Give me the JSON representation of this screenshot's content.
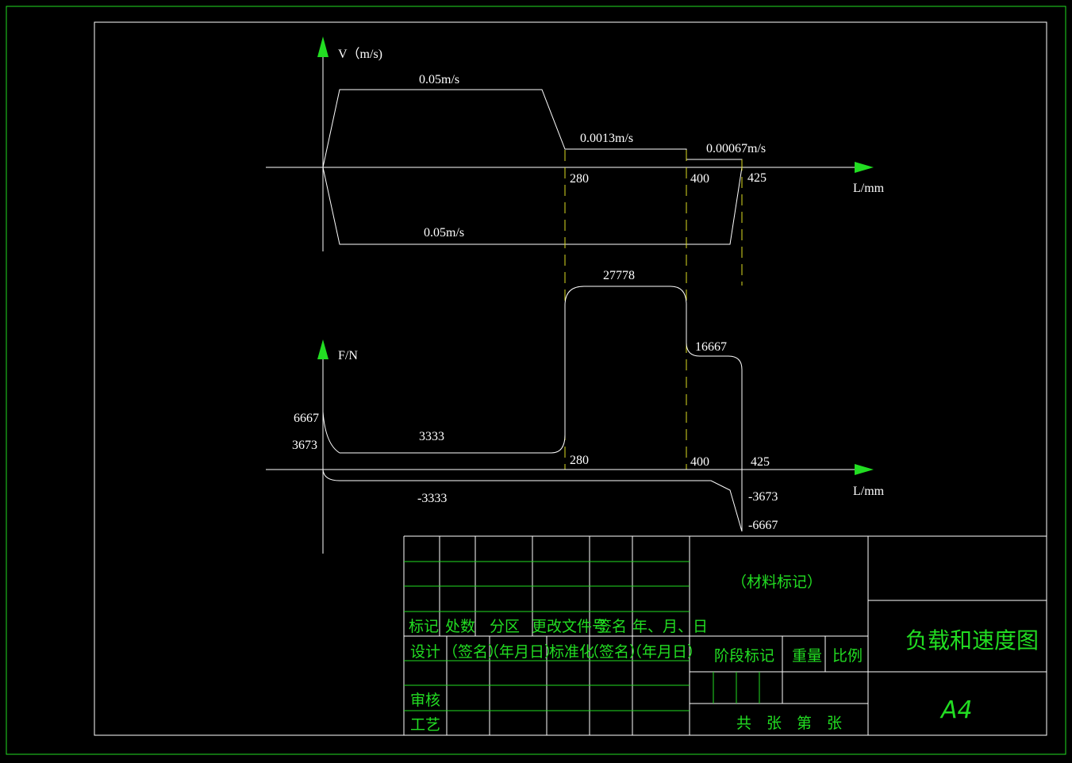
{
  "colors": {
    "background": "#000000",
    "line": "#ffffff",
    "green": "#22dd22",
    "yellow": "#dddd22"
  },
  "velocity_chart": {
    "y_label": "V（m/s)",
    "x_label": "L/mm",
    "labels": {
      "fast_forward": "0.05m/s",
      "work_feed_1": "0.0013m/s",
      "work_feed_2": "0.00067m/s",
      "fast_return": "0.05m/s",
      "x280": "280",
      "x400": "400",
      "x425": "425"
    }
  },
  "force_chart": {
    "y_label": "F/N",
    "x_label": "L/mm",
    "labels": {
      "peak_work1": "27778",
      "peak_work2": "16667",
      "start_peak": "6667",
      "start_level": "3673",
      "fast_forward": "3333",
      "fast_return": "-3333",
      "return_level": "-3673",
      "return_peak": "-6667",
      "x280": "280",
      "x400": "400",
      "x425": "425"
    }
  },
  "title_block": {
    "material": "（材料标记）",
    "drawing_title": "负载和速度图",
    "size": "A4",
    "row_headers": [
      "标记",
      "处数",
      "分区",
      "更改文件号",
      "签名",
      "年、月、日"
    ],
    "design_label": "设计",
    "design_sign": "（签名）",
    "design_date": "（年月日）",
    "standard_label": "标准化",
    "standard_sign": "（签名）",
    "standard_date": "（年月日）",
    "review_label": "审核",
    "process_label": "工艺",
    "stage_label": "阶段标记",
    "weight_label": "重量",
    "scale_label": "比例",
    "sheets_text": "共　张　第　张"
  }
}
